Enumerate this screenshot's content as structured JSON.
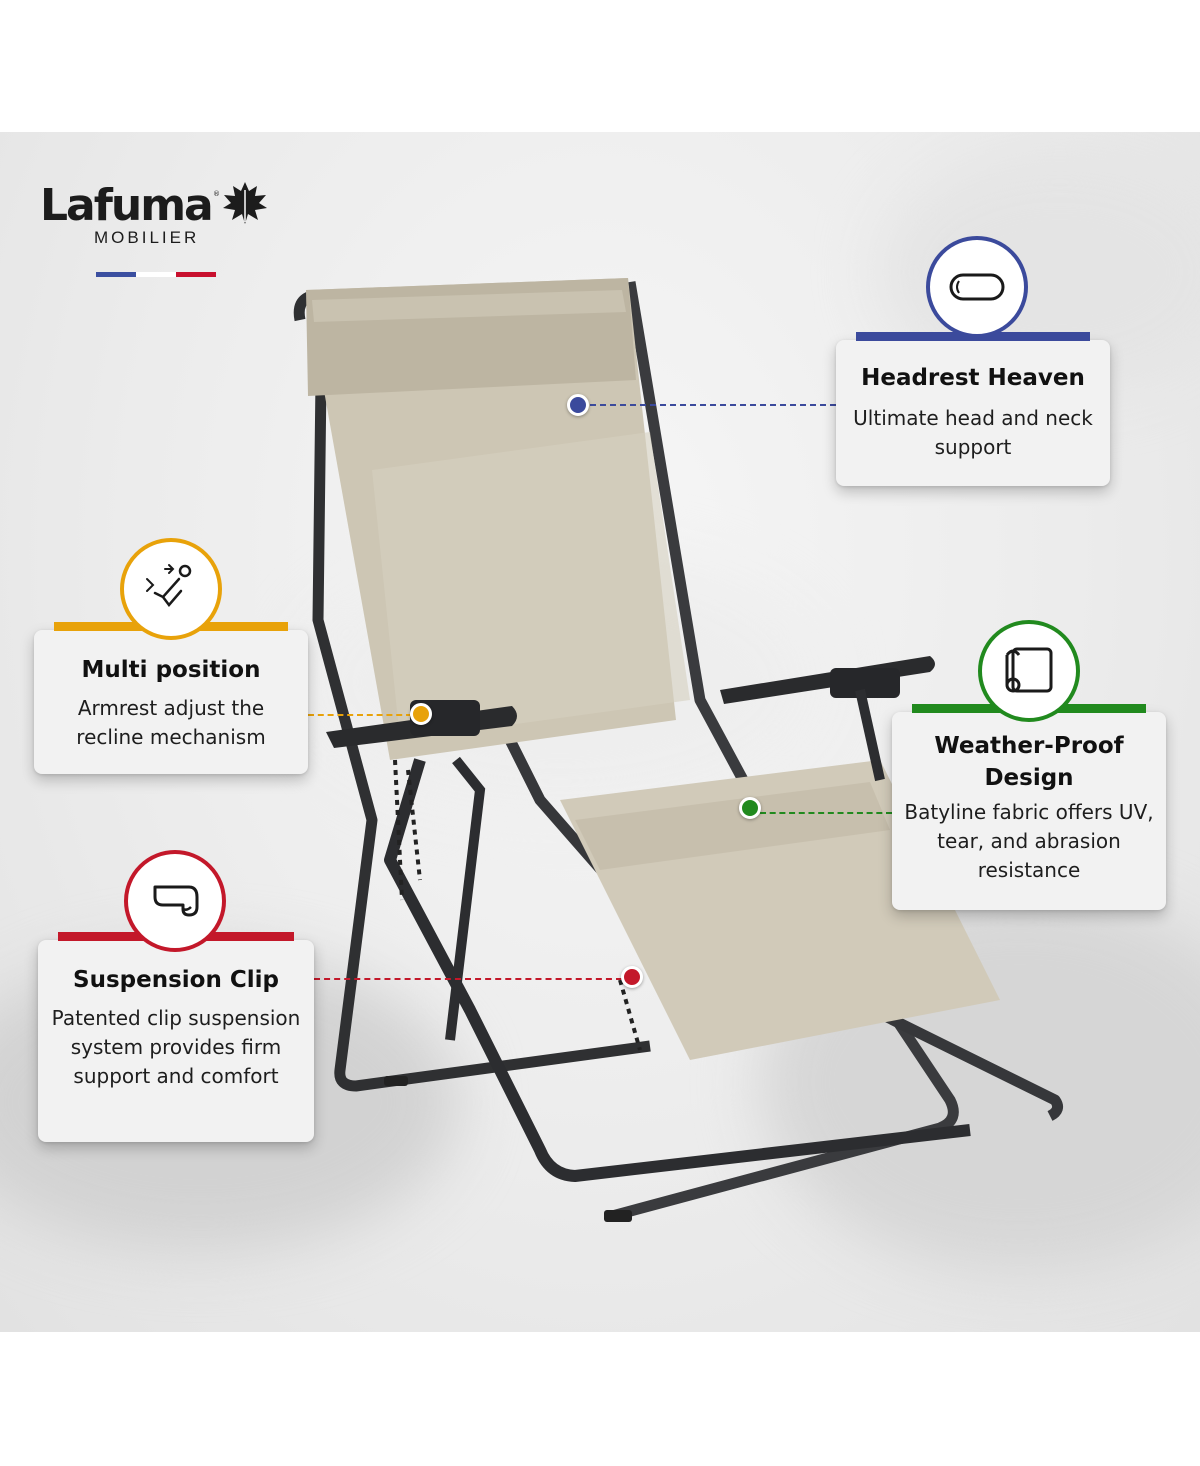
{
  "brand": {
    "name": "Lafuma",
    "registered_mark": "®",
    "sub": "MOBILIER",
    "flag_colors": [
      "#3b4fa0",
      "#ffffff",
      "#c8102e"
    ]
  },
  "features": [
    {
      "title": "Headrest Heaven",
      "description": "Ultimate head and neck support",
      "icon": "pillow-icon",
      "color": "#3b4a9c"
    },
    {
      "title": "Multi position",
      "description": "Armrest adjust the recline mechanism",
      "icon": "recline-icon",
      "color": "#e8a20a"
    },
    {
      "title": "Weather-Proof Design",
      "description": "Batyline fabric offers UV, tear, and abrasion resistance",
      "icon": "fabric-roll-icon",
      "color": "#218a1e"
    },
    {
      "title": "Suspension Clip",
      "description": "Patented clip suspension system provides firm support and comfort",
      "icon": "clip-icon",
      "color": "#c3182a"
    }
  ]
}
